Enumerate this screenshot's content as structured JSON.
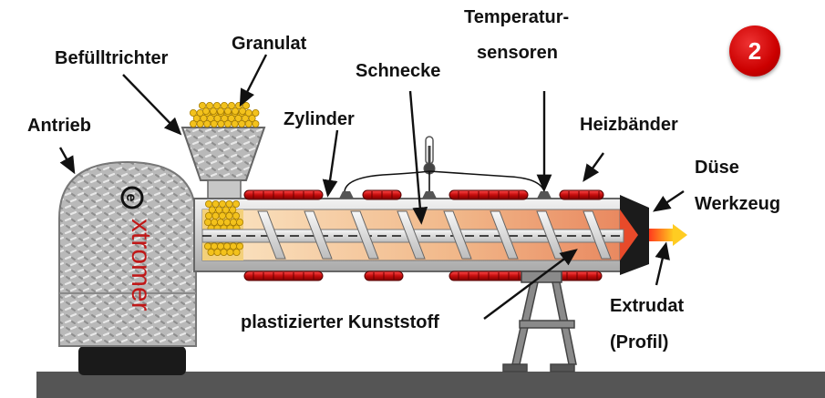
{
  "labels": {
    "befuelltrichter": "Befülltrichter",
    "granulat": "Granulat",
    "antrieb": "Antrieb",
    "zylinder": "Zylinder",
    "schnecke": "Schnecke",
    "temperatursensoren_1": "Temperatur-",
    "temperatursensoren_2": "sensoren",
    "heizbaender": "Heizbänder",
    "duese_1": "Düse",
    "duese_2": "Werkzeug",
    "kunststoff": "plastizierter Kunststoff",
    "extrudat_1": "Extrudat",
    "extrudat_2": "(Profil)",
    "brand": "extromer",
    "badge": "2"
  },
  "colors": {
    "heater": "#cc1111",
    "barrel": "#d8d8d8",
    "melt": "#f0b98a",
    "pellet": "#f3c21c",
    "extrudate": "#ff8a1e",
    "brand": "#c01818"
  }
}
